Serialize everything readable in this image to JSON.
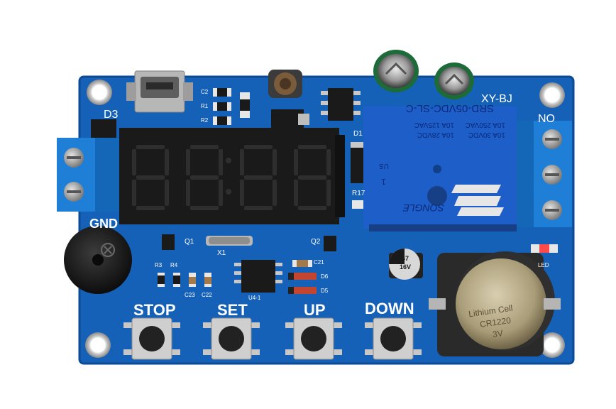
{
  "board": {
    "model": "XY-BJ",
    "display_digits": "8888"
  },
  "silkscreen": {
    "gnd": "GND",
    "no": "NO",
    "led": "LED",
    "d3": "D3",
    "d1": "D1",
    "r17": "R17",
    "q1": "Q1",
    "q2": "Q2",
    "x1": "X1",
    "r3": "R3",
    "r4": "R4",
    "c23": "C23",
    "c22": "C22",
    "c21": "C21",
    "d6": "D6",
    "d5": "D5",
    "u4": "U4-1",
    "c2": "C2",
    "r1": "R1",
    "r2": "R2"
  },
  "buttons": [
    {
      "label": "STOP"
    },
    {
      "label": "SET"
    },
    {
      "label": "UP"
    },
    {
      "label": "DOWN"
    }
  ],
  "relay": {
    "model": "SRD-05VDC-SL-C",
    "rating_1": "10A 250VAC",
    "rating_2": "10A 30VDC",
    "rating_3": "10A 125VAC",
    "rating_4": "10A 28VDC",
    "brand": "SONGLE",
    "us": "US",
    "one": "1"
  },
  "capacitor": {
    "value": "47",
    "voltage": "16V"
  },
  "battery": {
    "line1": "Lithium Cell",
    "line2": "CR1220",
    "line3": "3V"
  },
  "colors": {
    "pcb": "#1561b8",
    "pcb_edge": "#0c4a94",
    "terminal": "#1f7fd6",
    "relay": "#1e5ec8",
    "display": "#1a1a1a",
    "segment": "#2e2e2e"
  }
}
